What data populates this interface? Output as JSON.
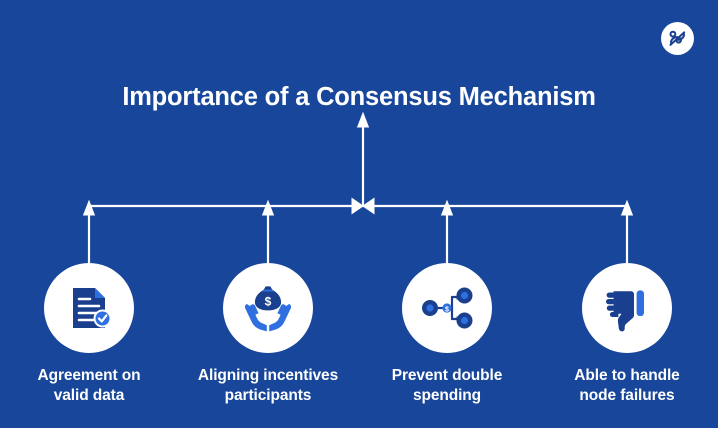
{
  "theme": {
    "background": "#17469a",
    "circle_fill": "#ffffff",
    "line_color": "#ffffff",
    "text_color": "#ffffff",
    "icon_dark": "#1a3f8f",
    "icon_light": "#2f6fe0"
  },
  "logo": {
    "name": "brand-logo",
    "icon": "percent-swoosh-icon"
  },
  "title": "Importance of a Consensus Mechanism",
  "diagram": {
    "type": "fishbone-branch",
    "trunk_arrow": "up",
    "center_marker": "bowtie-double-arrowhead",
    "branch_arrow": "up",
    "branch_count": 4
  },
  "nodes": [
    {
      "icon": "document-check-icon",
      "label_line1": "Agreement on",
      "label_line2": "valid data"
    },
    {
      "icon": "hands-holding-money-bag-icon",
      "label_line1": "Aligning incentives",
      "label_line2": "participants"
    },
    {
      "icon": "network-split-nodes-icon",
      "label_line1": "Prevent double",
      "label_line2": "spending"
    },
    {
      "icon": "thumbs-down-icon",
      "label_line1": "Able to handle",
      "label_line2": "node failures"
    }
  ]
}
